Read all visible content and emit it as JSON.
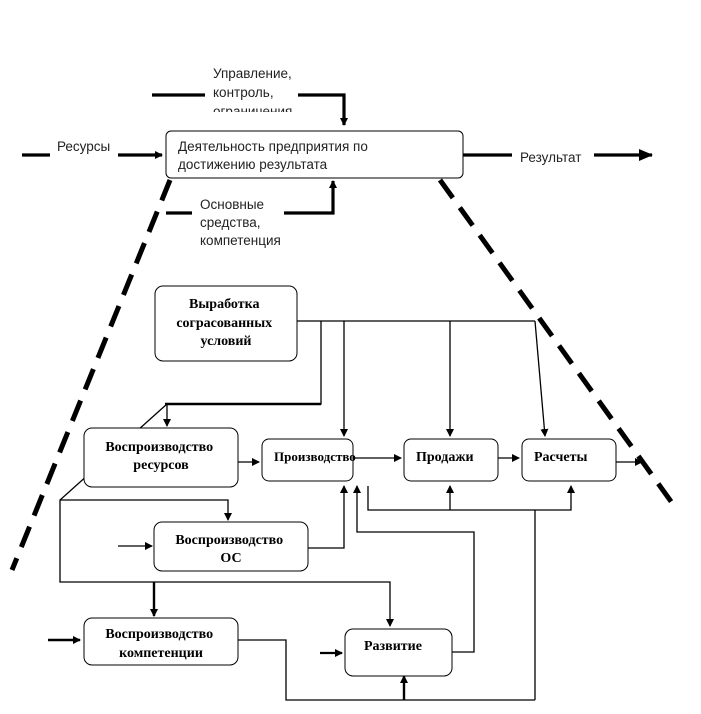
{
  "top": {
    "control_lines": [
      "Управление,",
      "контроль,",
      "ограничения"
    ],
    "activity_lines": [
      "Деятельность предприятия по",
      "достижению результата"
    ],
    "resources": "Ресурсы",
    "result": "Результат",
    "assets_lines": [
      "Основные",
      "средства,",
      "компетенция"
    ]
  },
  "blocks": {
    "conditions_lines": [
      "Выработка",
      "согрaсованных",
      "условий"
    ],
    "repro_resources_lines": [
      "Воспроизводство",
      "ресурсов"
    ],
    "production": "Производство",
    "sales": "Продажи",
    "settlements": "Расчеты",
    "repro_os_lines": [
      "Воспроизводство",
      "ОС"
    ],
    "repro_comp_lines": [
      "Воспроизводство",
      "компетенции"
    ],
    "development": "Развитие"
  }
}
